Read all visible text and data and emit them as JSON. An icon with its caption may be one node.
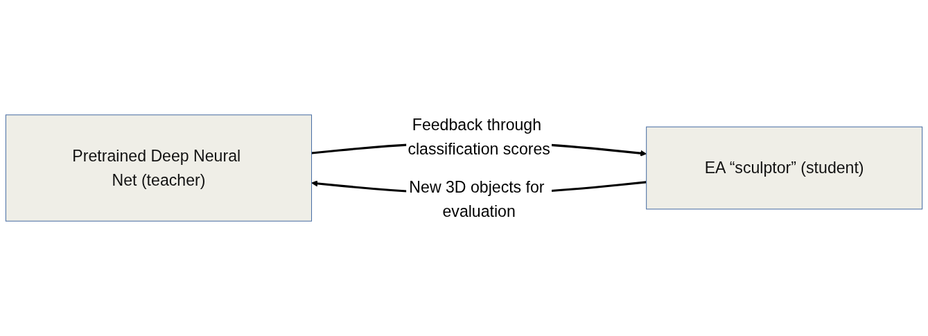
{
  "diagram": {
    "nodes": [
      {
        "text": [
          "Pretrained Deep Neural Net (teacher)"
        ]
      },
      {
        "text": [
          "EA “sculptor” (student)"
        ]
      }
    ],
    "edges": [
      {
        "from": 0,
        "to": 1,
        "arrow": "to",
        "label": "Feedback through classification scores"
      },
      {
        "from": 1,
        "to": 0,
        "arrow": "to",
        "label": "New 3D objects for evaluation"
      }
    ]
  }
}
